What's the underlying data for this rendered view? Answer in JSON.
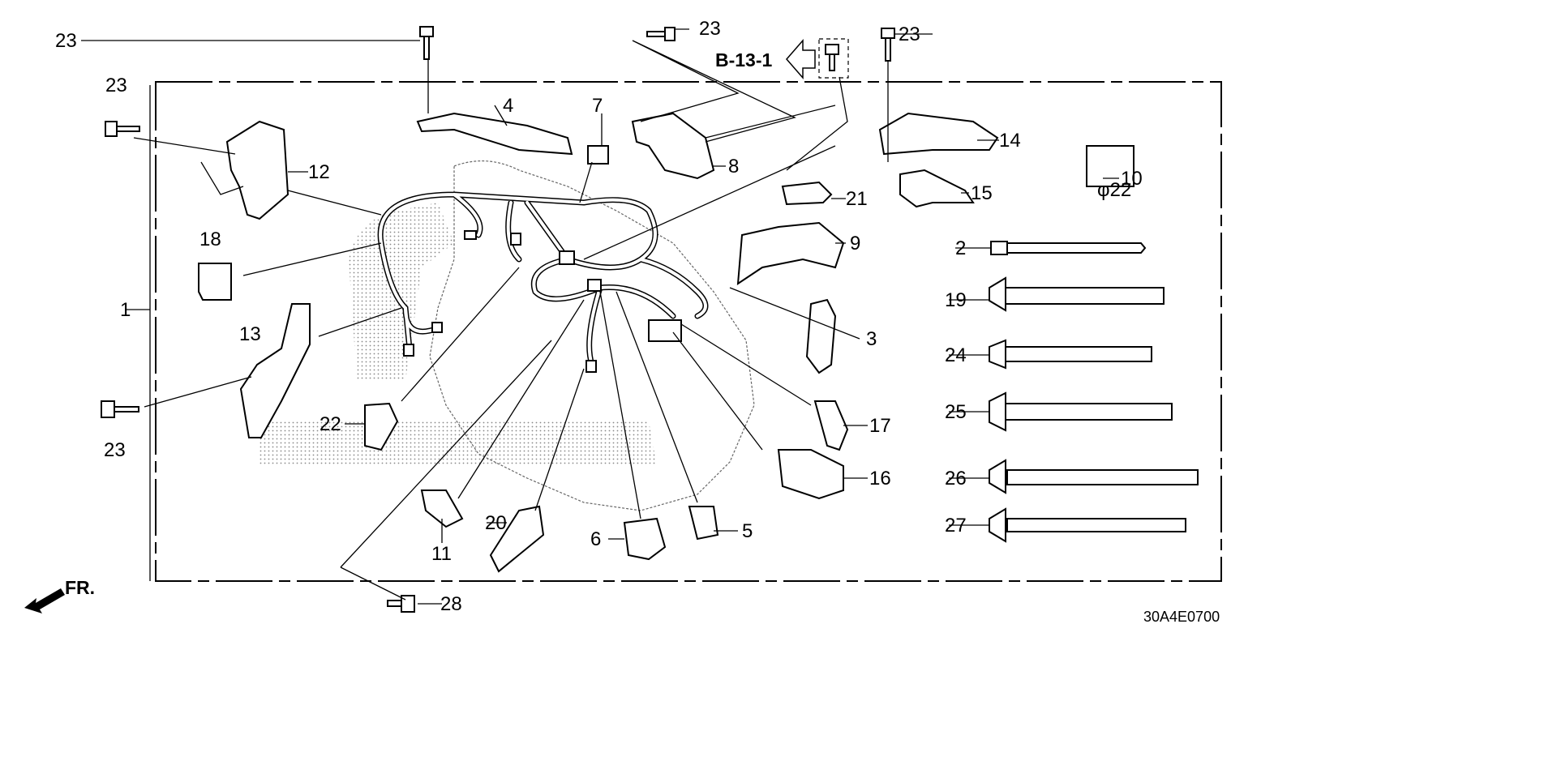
{
  "diagram": {
    "reference_label": "B-13-1",
    "direction_label": "FR.",
    "diagram_code": "30A4E0700",
    "phi_label": "φ22",
    "callouts": {
      "p1": "1",
      "p2": "2",
      "p3": "3",
      "p4": "4",
      "p5": "5",
      "p6": "6",
      "p7": "7",
      "p8": "8",
      "p9": "9",
      "p10": "10",
      "p11": "11",
      "p12": "12",
      "p13": "13",
      "p14": "14",
      "p15": "15",
      "p16": "16",
      "p17": "17",
      "p18": "18",
      "p19": "19",
      "p20": "20",
      "p21": "21",
      "p22": "22",
      "p23a": "23",
      "p23b": "23",
      "p23c": "23",
      "p23d": "23",
      "p23e": "23",
      "p24": "24",
      "p25": "25",
      "p26": "26",
      "p27": "27",
      "p28": "28"
    }
  }
}
